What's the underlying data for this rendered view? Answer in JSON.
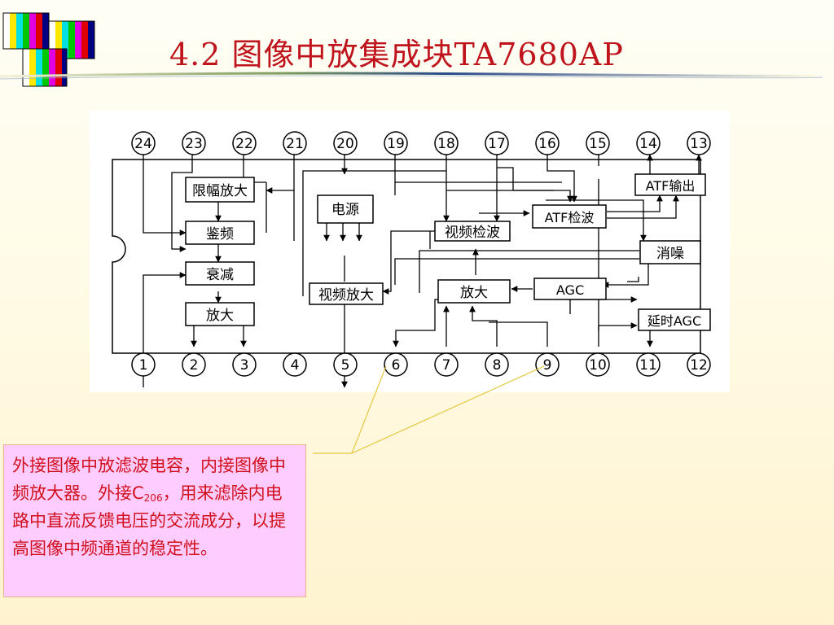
{
  "slide": {
    "title": "4.2  图像中放集成块TA7680AP"
  },
  "diagram": {
    "pins_top": [
      "24",
      "23",
      "22",
      "21",
      "20",
      "19",
      "18",
      "17",
      "16",
      "15",
      "14",
      "13"
    ],
    "pins_bottom": [
      "1",
      "2",
      "3",
      "4",
      "5",
      "6",
      "7",
      "8",
      "9",
      "10",
      "11",
      "12"
    ],
    "blocks": {
      "limit_amp": "限幅放大",
      "discriminator": "鉴频",
      "attenuator": "衰减",
      "audio_amp": "放大",
      "power": "电源",
      "video_detector": "视频检波",
      "atf_detector": "ATF检波",
      "atf_output": "ATF输出",
      "noise_cancel": "消噪",
      "video_amp": "视频放大",
      "amp": "放大",
      "agc": "AGC",
      "delayed_agc": "延时AGC"
    }
  },
  "note": {
    "text_a": "外接图像中放滤波电容，内接图像中频放大器。外接C",
    "sub": "206",
    "text_b": "，用来滤除内电路中直流反馈电压的交流成分，以提高图像中频通道的稳定性。"
  },
  "colors": {
    "title": "#c0141c",
    "note_text": "#d0101c",
    "note_background": "#ffccff",
    "callout_line": "#e6c840"
  }
}
